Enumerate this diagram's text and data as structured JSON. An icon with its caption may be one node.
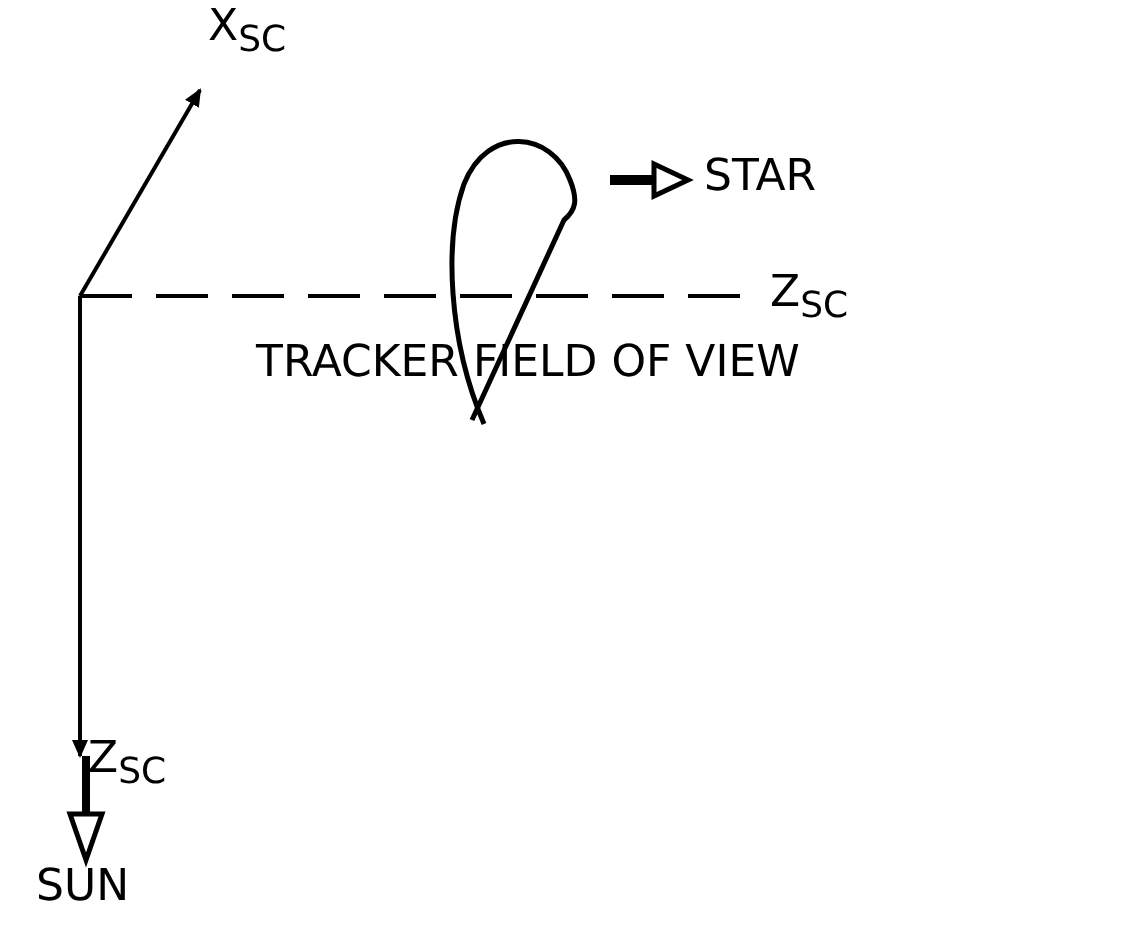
{
  "diagram": {
    "labels": [
      "X$_{SC}$",
      "Z$_{SC}$",
      "STAR",
      "TRACKER FIELD OF VIEW",
      "Z$_{SC}$",
      "SUN"
    ]
  }
}
